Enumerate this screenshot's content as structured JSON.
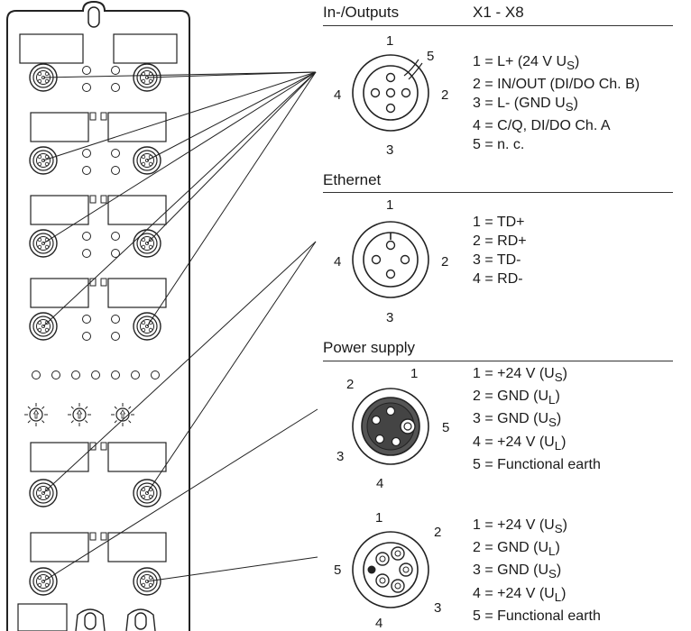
{
  "sections": {
    "io": {
      "title": "In-/Outputs",
      "ports": "X1 - X8",
      "pins": [
        {
          "num": "1",
          "text": "1 = L+ (24 V U",
          "sub": "S",
          "tail": ")"
        },
        {
          "num": "2",
          "text": "2 = IN/OUT (DI/DO Ch. B)",
          "sub": "",
          "tail": ""
        },
        {
          "num": "3",
          "text": "3 = L- (GND U",
          "sub": "S",
          "tail": ")"
        },
        {
          "num": "4",
          "text": "4 = C/Q, DI/DO Ch. A",
          "sub": "",
          "tail": ""
        },
        {
          "num": "5",
          "text": "5 = n. c.",
          "sub": "",
          "tail": ""
        }
      ]
    },
    "ethernet": {
      "title": "Ethernet",
      "pins": [
        {
          "num": "1",
          "text": "1 = TD+"
        },
        {
          "num": "2",
          "text": "2 = RD+"
        },
        {
          "num": "3",
          "text": "3 = TD-"
        },
        {
          "num": "4",
          "text": "4 = RD-"
        }
      ]
    },
    "power": {
      "title": "Power supply",
      "connector_a": {
        "pins": [
          {
            "text": "1 = +24 V (U",
            "sub": "S",
            "tail": ")"
          },
          {
            "text": "2 = GND (U",
            "sub": "L",
            "tail": ")"
          },
          {
            "text": "3 = GND (U",
            "sub": "S",
            "tail": ")"
          },
          {
            "text": "4 = +24 V (U",
            "sub": "L",
            "tail": ")"
          },
          {
            "text": "5 = Functional earth",
            "sub": "",
            "tail": ""
          }
        ]
      },
      "connector_b": {
        "pins": [
          {
            "text": "1 = +24 V (U",
            "sub": "S",
            "tail": ")"
          },
          {
            "text": "2 = GND (U",
            "sub": "L",
            "tail": ")"
          },
          {
            "text": "3 = GND (U",
            "sub": "S",
            "tail": ")"
          },
          {
            "text": "4 = +24 V (U",
            "sub": "L",
            "tail": ")"
          },
          {
            "text": "5 = Functional earth",
            "sub": "",
            "tail": ""
          }
        ]
      }
    }
  },
  "pin_numbers": {
    "io": [
      "1",
      "2",
      "3",
      "4",
      "5"
    ],
    "ethernet": [
      "1",
      "2",
      "3",
      "4"
    ],
    "power_a": [
      "1",
      "2",
      "3",
      "4",
      "5"
    ],
    "power_b": [
      "1",
      "2",
      "3",
      "4",
      "5"
    ]
  }
}
